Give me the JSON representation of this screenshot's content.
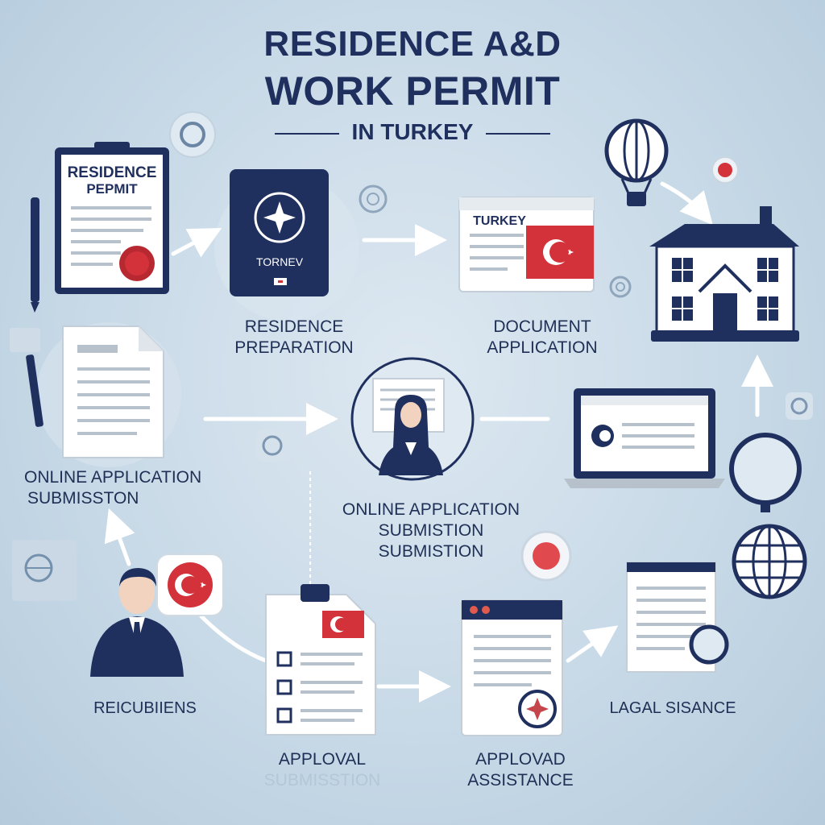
{
  "header": {
    "line1": "RESIDENCE A&D",
    "line2": "WORK PERMIT",
    "line3": "IN TURKEY"
  },
  "steps": [
    {
      "lines": [
        "RESIDENCE",
        "PREPARATION"
      ]
    },
    {
      "lines": [
        "DOCUMENT",
        "APPLICATION"
      ]
    },
    {
      "lines": [
        "ONLINE APPLICATION",
        "SUBMISSTON"
      ]
    },
    {
      "lines": [
        "ONLINE APPLICATION",
        "SUBMISTION",
        "SUBMISTION"
      ]
    },
    {
      "lines": [
        "REICUBIIENS"
      ]
    },
    {
      "lines": [
        "APPLOVAL",
        "SUBMISSTION"
      ]
    },
    {
      "lines": [
        "APPLOVAD",
        "ASSISTANCE"
      ]
    },
    {
      "lines": [
        "LAGAL SISANCE"
      ]
    }
  ],
  "documents": {
    "permit_title_1": "RESIDENCE",
    "permit_title_2": "PEPMIT",
    "passport_text": "TORNEV",
    "form_header": "TURKEY"
  },
  "colors": {
    "navy": "#1f2f5e",
    "turkish_red": "#d3323a",
    "paper": "#ffffff",
    "arrow": "#ffffff",
    "line_gray": "#b7c1cc"
  }
}
